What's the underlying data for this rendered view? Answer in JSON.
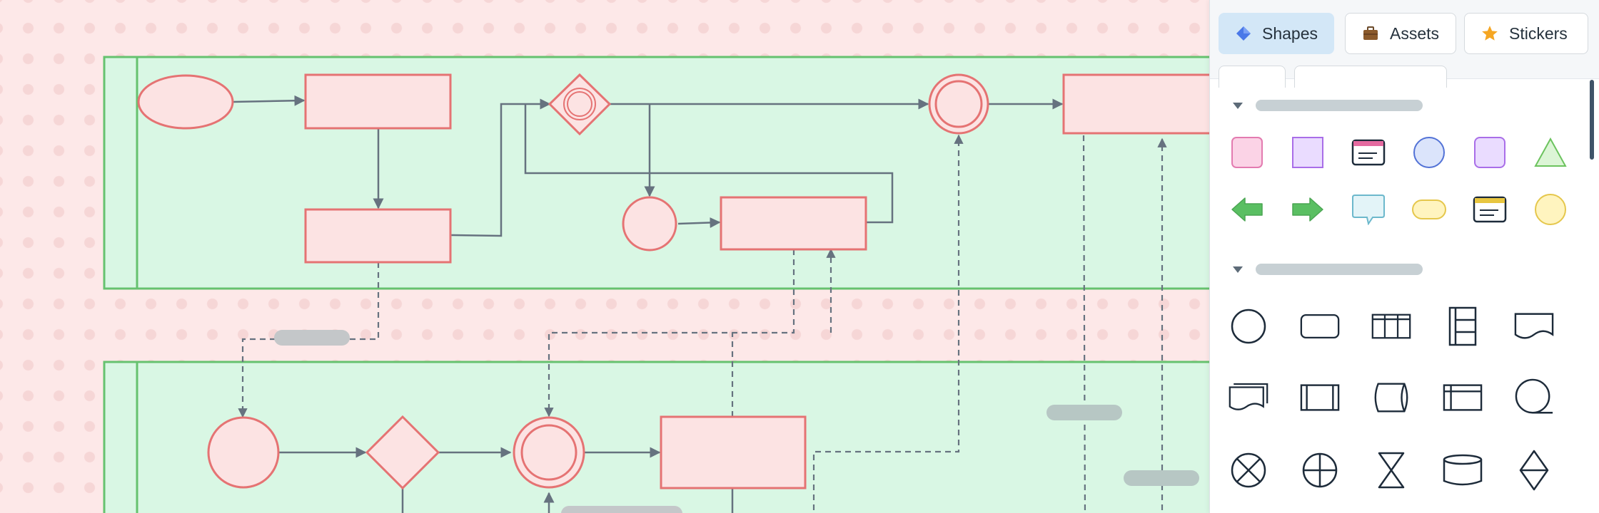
{
  "panel": {
    "tabs": [
      {
        "label": "Shapes",
        "icon": "diamond-icon",
        "active": true
      },
      {
        "label": "Assets",
        "icon": "briefcase-icon",
        "active": false
      },
      {
        "label": "Stickers",
        "icon": "star-icon",
        "active": false
      }
    ],
    "section_one_icons": [
      "pink-square-icon",
      "purple-square-icon",
      "browser-window-icon",
      "blue-circle-icon",
      "purple-rounded-square-icon",
      "green-triangle-icon",
      "green-arrow-left-icon",
      "green-arrow-right-icon",
      "speech-bubble-icon",
      "yellow-pill-icon",
      "note-card-icon",
      "yellow-circle-icon"
    ],
    "section_two_icons": [
      "circle-icon",
      "rounded-rectangle-icon",
      "table-columns-icon",
      "table-rows-icon",
      "document-icon",
      "multi-document-icon",
      "process-icon",
      "cylinder-horizontal-icon",
      "internal-storage-icon",
      "sequential-data-icon",
      "summing-junction-icon",
      "or-junction-icon",
      "collate-icon",
      "database-icon",
      "sort-icon"
    ]
  },
  "colors": {
    "canvas_background": "#fde8e8",
    "lane_fill": "#d9f7e4",
    "lane_border": "#66c26f",
    "shape_fill": "#fce3e3",
    "shape_stroke": "#e57373",
    "connector": "#66727f",
    "active_tab": "#d3e7f7"
  }
}
